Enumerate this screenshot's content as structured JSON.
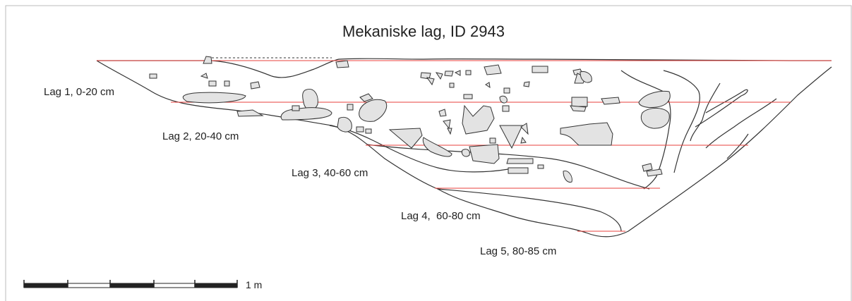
{
  "title": "Mekaniske lag, ID 2943",
  "layers": [
    {
      "label": "Lag 1, 0-20 cm"
    },
    {
      "label": "Lag 2, 20-40 cm"
    },
    {
      "label": "Lag 3, 40-60 cm"
    },
    {
      "label": "Lag 4,  60-80 cm"
    },
    {
      "label": "Lag 5, 80-85 cm"
    }
  ],
  "scale_bar": {
    "label": "1 m"
  },
  "colors": {
    "layer_line": "#e8413c",
    "outline": "#333333",
    "stone_fill": "#e3e3e3",
    "frame": "#bbbbbb"
  }
}
